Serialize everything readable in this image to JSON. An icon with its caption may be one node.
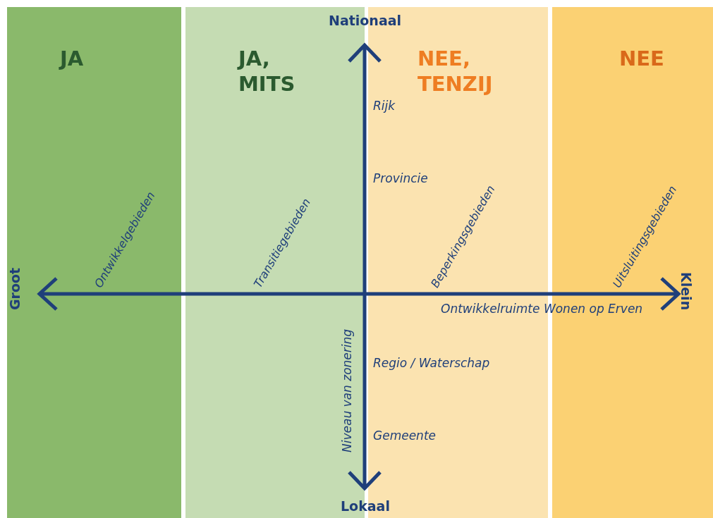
{
  "diagram": {
    "nodes": [
      {
        "text": [
          "JA",
          "Ontwikkelgebieden"
        ]
      },
      {
        "text": [
          "JA, MITS",
          "Transitiegebieden"
        ]
      },
      {
        "text": [
          "NEE, TENZIJ",
          "Beperkingsgebieden"
        ]
      },
      {
        "text": [
          "NEE",
          "Uitsluitingsgebieden"
        ]
      }
    ],
    "edges": [],
    "labels": [
      "Nationaal",
      "Rijk",
      "Provincie",
      "Groot",
      "Klein",
      "Ontwikkelruimte Wonen op Erven",
      "Niveau van zonering",
      "Regio / Waterschap",
      "Gemeente",
      "Lokaal"
    ]
  }
}
